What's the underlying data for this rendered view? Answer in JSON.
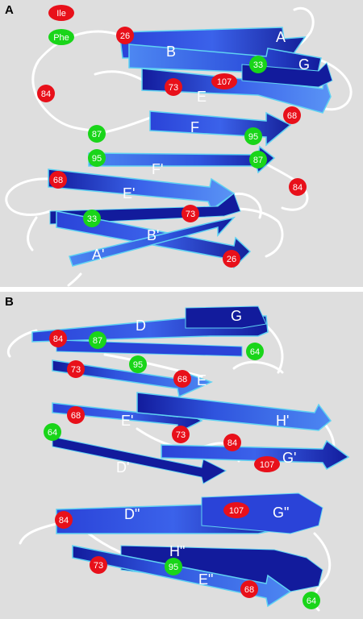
{
  "colors": {
    "ile": "#e8101a",
    "phe": "#19d519",
    "strand_dark": "#121b9c",
    "strand_mid": "#2a43d8",
    "strand_light": "#4d87f2",
    "strand_edge": "#5fd2f2",
    "loop": "#ffffff",
    "background": "#dedede"
  },
  "panels": [
    {
      "letter": "A"
    },
    {
      "letter": "B"
    }
  ],
  "legend": [
    {
      "label": "Ile",
      "type": "ile"
    },
    {
      "label": "Phe",
      "type": "phe"
    }
  ],
  "strand_labels_a": [
    "A",
    "B",
    "G",
    "E",
    "F",
    "F'",
    "E'",
    "B'",
    "A'"
  ],
  "strand_labels_b": [
    "D",
    "G",
    "E",
    "E'",
    "H'",
    "D'",
    "G'",
    "D\"",
    "G\"",
    "H\"",
    "E\""
  ],
  "residues_a": [
    {
      "label": "26",
      "type": "ile"
    },
    {
      "label": "33",
      "type": "phe"
    },
    {
      "label": "84",
      "type": "ile"
    },
    {
      "label": "73",
      "type": "ile"
    },
    {
      "label": "107",
      "type": "ile"
    },
    {
      "label": "68",
      "type": "ile"
    },
    {
      "label": "87",
      "type": "phe"
    },
    {
      "label": "95",
      "type": "phe"
    },
    {
      "label": "95",
      "type": "phe"
    },
    {
      "label": "87",
      "type": "phe"
    },
    {
      "label": "68",
      "type": "ile"
    },
    {
      "label": "84",
      "type": "ile"
    },
    {
      "label": "33",
      "type": "phe"
    },
    {
      "label": "73",
      "type": "ile"
    },
    {
      "label": "26",
      "type": "ile"
    }
  ],
  "residues_b": [
    {
      "label": "84",
      "type": "ile"
    },
    {
      "label": "87",
      "type": "phe"
    },
    {
      "label": "64",
      "type": "phe"
    },
    {
      "label": "73",
      "type": "ile"
    },
    {
      "label": "95",
      "type": "phe"
    },
    {
      "label": "68",
      "type": "ile"
    },
    {
      "label": "68",
      "type": "ile"
    },
    {
      "label": "64",
      "type": "phe"
    },
    {
      "label": "73",
      "type": "ile"
    },
    {
      "label": "84",
      "type": "ile"
    },
    {
      "label": "107",
      "type": "ile"
    },
    {
      "label": "107",
      "type": "ile"
    },
    {
      "label": "84",
      "type": "ile"
    },
    {
      "label": "73",
      "type": "ile"
    },
    {
      "label": "95",
      "type": "phe"
    },
    {
      "label": "68",
      "type": "ile"
    },
    {
      "label": "64",
      "type": "phe"
    }
  ]
}
